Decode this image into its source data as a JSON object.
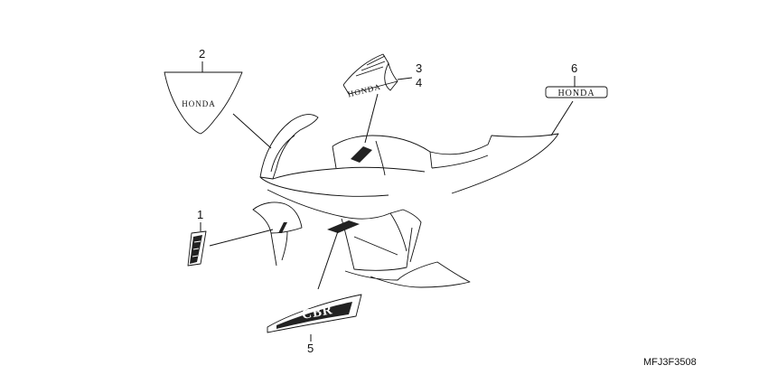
{
  "callouts": {
    "c1": "1",
    "c2": "2",
    "c3": "3",
    "c4": "4",
    "c5": "5",
    "c6": "6"
  },
  "decals": {
    "windscreen_logo": "HONDA",
    "wing_logo": "HONDA",
    "tail_logo": "HONDA",
    "model_logo": "CBR"
  },
  "diagram_code": "MFJ3F3508",
  "colors": {
    "line": "#111111",
    "background": "#ffffff",
    "decal_fill": "#222222"
  }
}
